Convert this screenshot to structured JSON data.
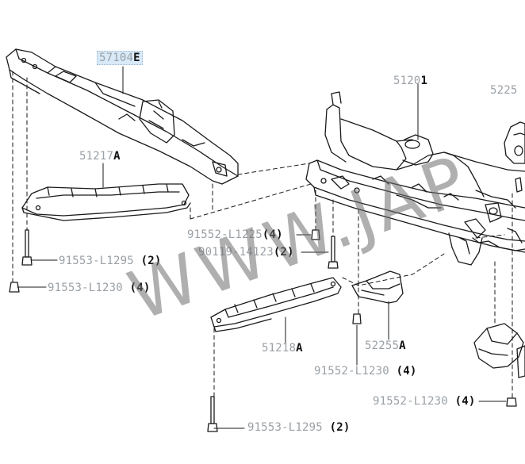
{
  "watermark": "WWW.JAP",
  "labels": {
    "p57104": {
      "code": "57104",
      "suffix": "E"
    },
    "p51217": {
      "code": "51217",
      "suffix": "A"
    },
    "p51201": {
      "code": "5120",
      "suffix": "1"
    },
    "p5225": {
      "code": "5225",
      "suffix": ""
    },
    "p91552_1225": {
      "code": "91552-L1225",
      "qty": "(4)"
    },
    "p90119": {
      "code": "90119-14123",
      "qty": "(2)"
    },
    "p91553_1295_top": {
      "code": "91553-L1295",
      "qty": "(2)"
    },
    "p91553_1230": {
      "code": "91553-L1230",
      "qty": "(4)"
    },
    "p51218": {
      "code": "51218",
      "suffix": "A"
    },
    "p52255": {
      "code": "52255",
      "suffix": "A"
    },
    "p91552_1230_mid": {
      "code": "91552-L1230",
      "qty": "(4)"
    },
    "p91552_1230_right": {
      "code": "91552-L1230",
      "qty": "(4)"
    },
    "p91553_1295_bottom": {
      "code": "91553-L1295",
      "qty": "(2)"
    }
  },
  "colors": {
    "line": "#1a1a1a",
    "label_text": "#9aa0a6",
    "highlight_bg": "#d8e9f7"
  }
}
